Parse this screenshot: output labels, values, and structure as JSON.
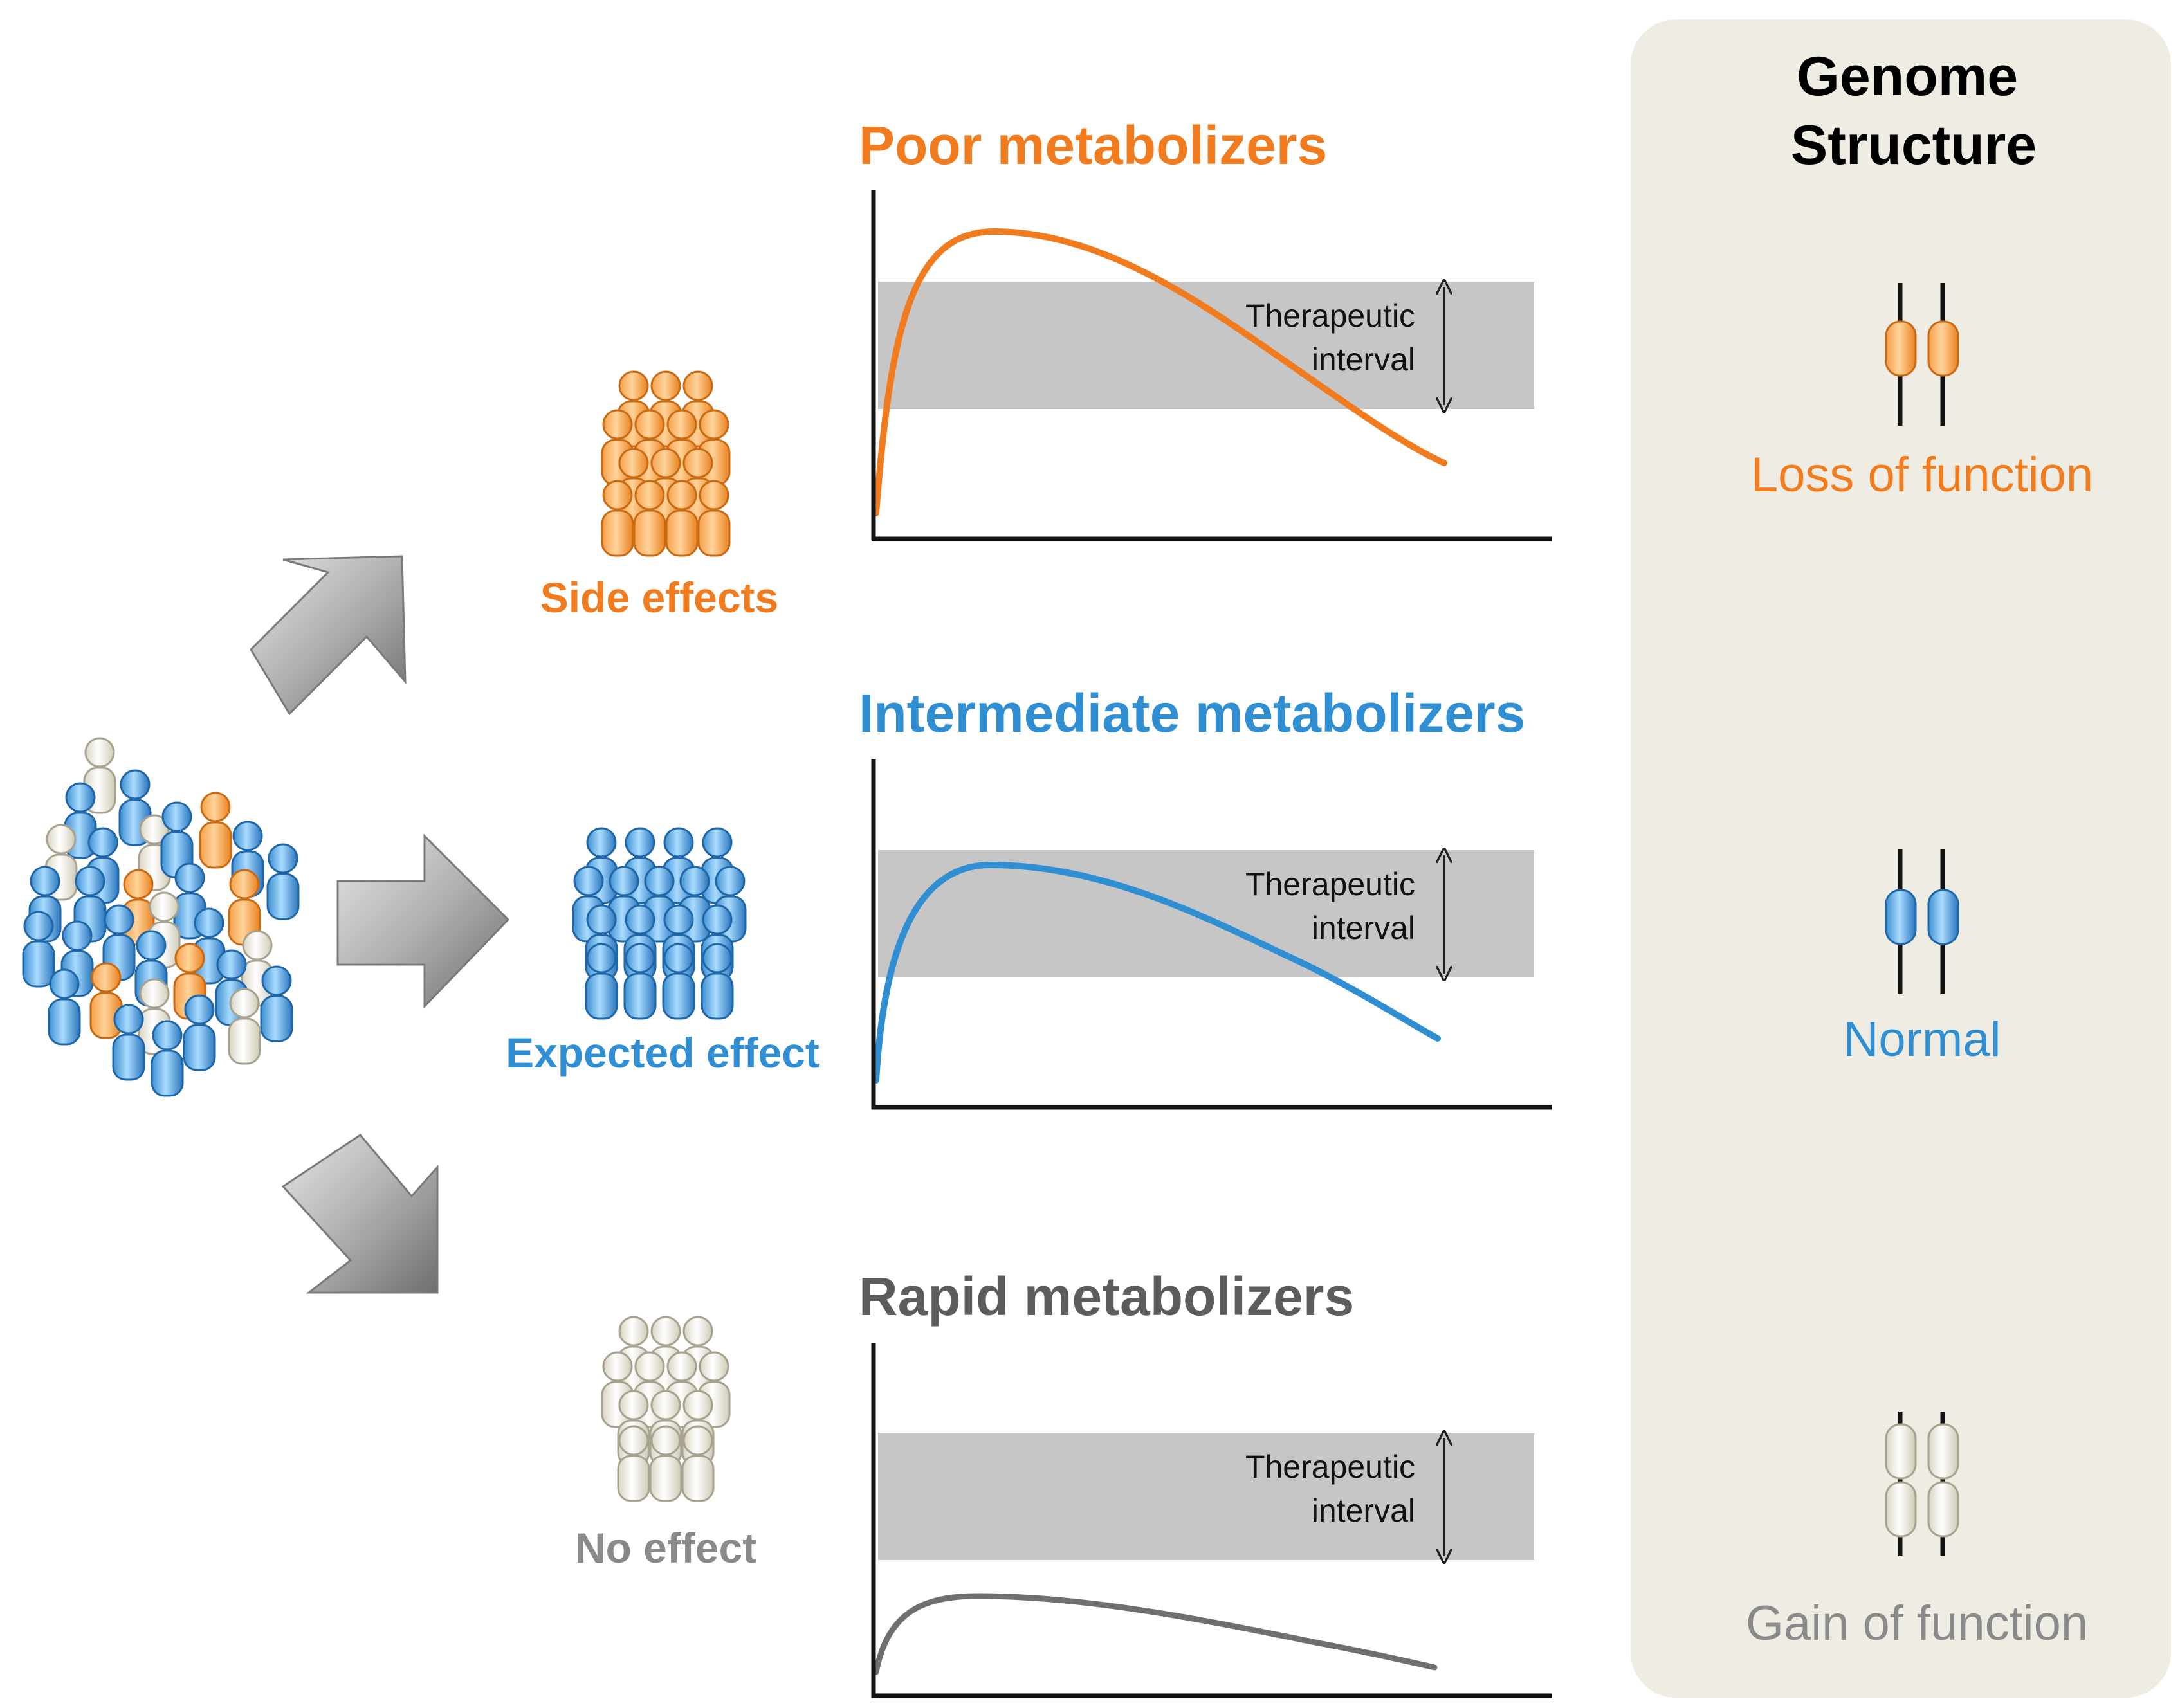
{
  "colors": {
    "orange": "#F07C1F",
    "blue": "#2F8FD2",
    "gray_text": "#5c5c5c",
    "light_gray_text": "#8a8a8a",
    "band": "#c6c6c6",
    "panel": "#efede3",
    "person_orange": "#F39C3A",
    "person_blue": "#3F9DE0",
    "person_white": "#E8E4D6",
    "arrow": "#a6a6a6"
  },
  "groups": [
    {
      "label": "Side effects",
      "icon": "orange-people-icon"
    },
    {
      "label": "Expected effect",
      "icon": "blue-people-icon"
    },
    {
      "label": "No effect",
      "icon": "white-people-icon"
    }
  ],
  "panels": [
    {
      "title": "Poor metabolizers",
      "band_label_line1": "Therapeutic",
      "band_label_line2": "interval"
    },
    {
      "title": "Intermediate metabolizers",
      "band_label_line1": "Therapeutic",
      "band_label_line2": "interval"
    },
    {
      "title": "Rapid metabolizers",
      "band_label_line1": "Therapeutic",
      "band_label_line2": "interval"
    }
  ],
  "genome": {
    "title_line1": "Genome",
    "title_line2": "Structure",
    "items": [
      {
        "label": "Loss of function",
        "icon": "loss-of-function-gene-icon"
      },
      {
        "label": "Normal",
        "icon": "normal-gene-icon"
      },
      {
        "label": "Gain of function",
        "icon": "gain-of-function-gene-icon"
      }
    ]
  }
}
